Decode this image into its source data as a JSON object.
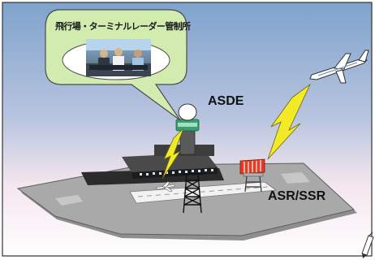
{
  "callout": {
    "title": "飛行場・ターミナルレーダー管制所"
  },
  "labels": {
    "asde": "ASDE",
    "asr_ssr": "ASR/SSR"
  },
  "colors": {
    "sky_top": "#7fa3cc",
    "sky_bottom": "#f4e6ee",
    "ground": "#ffffff",
    "airport_surface": "#a9a9a9",
    "callout_fill": "#d2ecb0",
    "callout_stroke": "#4c4c4c",
    "lightning": "#f2ea28",
    "radar_red": "#e33b24",
    "aircraft": "#ffffff"
  }
}
